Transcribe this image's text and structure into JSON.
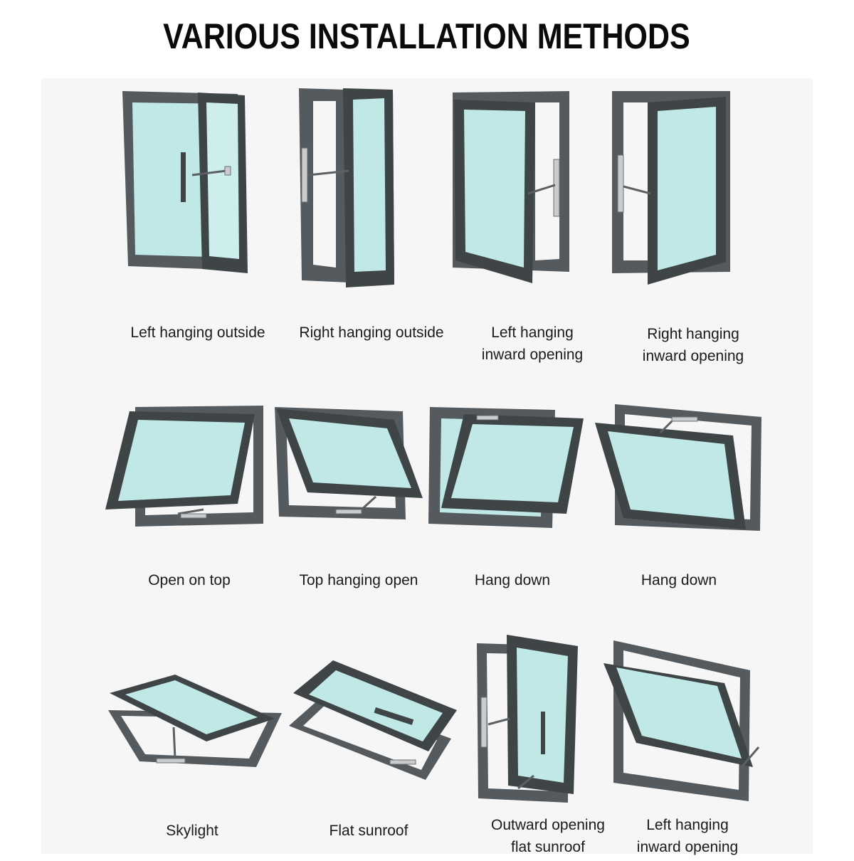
{
  "title": "VARIOUS INSTALLATION METHODS",
  "colors": {
    "frame": "#555a5e",
    "glass": "#bfe8e6",
    "background": "#f6f6f6"
  },
  "items": [
    {
      "icon": "left-hanging-outside-window-icon",
      "lines": [
        "Left hanging outside"
      ]
    },
    {
      "icon": "right-hanging-outside-window-icon",
      "lines": [
        "Right hanging outside"
      ]
    },
    {
      "icon": "left-hanging-inward-window-icon",
      "lines": [
        "Left hanging",
        "inward opening"
      ]
    },
    {
      "icon": "right-hanging-inward-window-icon",
      "lines": [
        "Right hanging",
        "inward opening"
      ]
    },
    {
      "icon": "open-on-top-window-icon",
      "lines": [
        "Open on top"
      ]
    },
    {
      "icon": "top-hanging-open-window-icon",
      "lines": [
        "Top hanging open"
      ]
    },
    {
      "icon": "hang-down-window-icon",
      "lines": [
        "Hang down"
      ]
    },
    {
      "icon": "hang-down-window-icon",
      "lines": [
        "Hang down"
      ]
    },
    {
      "icon": "skylight-window-icon",
      "lines": [
        "Skylight"
      ]
    },
    {
      "icon": "flat-sunroof-window-icon",
      "lines": [
        "Flat sunroof"
      ]
    },
    {
      "icon": "outward-opening-flat-sunroof-window-icon",
      "lines": [
        "Outward opening",
        "flat sunroof"
      ]
    },
    {
      "icon": "left-hanging-inward-window-icon",
      "lines": [
        "Left hanging",
        "inward opening"
      ]
    }
  ]
}
